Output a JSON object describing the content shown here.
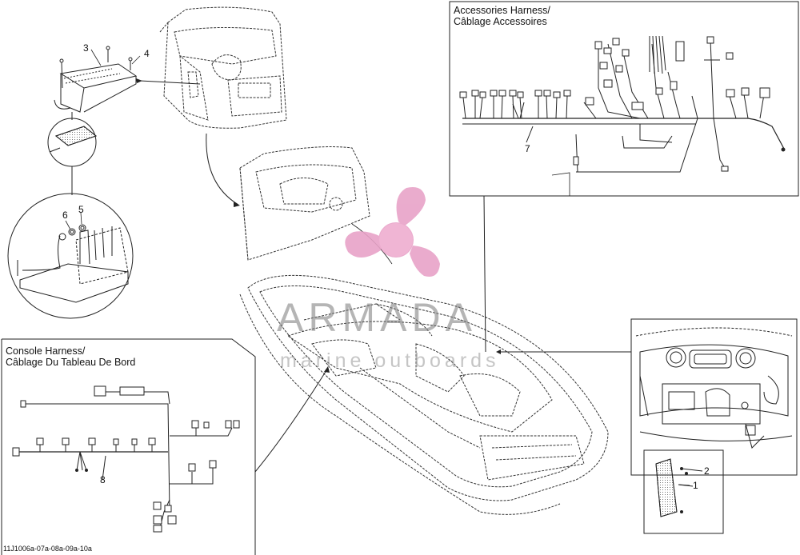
{
  "accessories_box": {
    "title_line1": "Accessories Harness/",
    "title_line2": "Câblage Accessoires"
  },
  "console_box": {
    "title_line1": "Console Harness/",
    "title_line2": "Câblage Du Tableau De Bord"
  },
  "callouts": {
    "c1": "1",
    "c2": "2",
    "c3": "3",
    "c4": "4",
    "c5": "5",
    "c6": "6",
    "c7": "7",
    "c8": "8"
  },
  "drawing_code": "11J1006a-07a-08a-09a-10a",
  "watermark": {
    "brand": "ARMADA",
    "tagline": "marine outboards",
    "accent_color": "#e8a3c8",
    "text_color": "#8a8a8a"
  },
  "icons": [
    "propeller-logo-icon"
  ]
}
